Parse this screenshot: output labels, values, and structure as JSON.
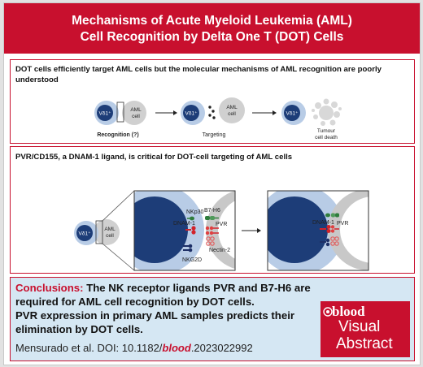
{
  "header": {
    "title_line1": "Mechanisms of Acute Myeloid Leukemia (AML)",
    "title_line2": "Cell Recognition by Delta One T (DOT) Cells"
  },
  "panel1": {
    "heading_line1": "DOT cells efficiently target AML cells but the molecular mechanisms of AML recognition are poorly",
    "heading_line2": "understood",
    "cell_label_vd1": "Vδ1⁺",
    "aml_label_1": "AML",
    "aml_label_2": "cell",
    "step1_caption": "Recognition (?)",
    "step2_caption": "Targeting",
    "step3_caption_1": "Tumour",
    "step3_caption_2": "cell death"
  },
  "panel2": {
    "heading": "PVR/CD155, a DNAM-1 ligand, is critical for DOT-cell targeting of AML cells",
    "cell_label_vd1": "Vδ1⁺",
    "aml_label_1": "AML",
    "aml_label_2": "cell",
    "receptors": {
      "nkp30": "NKp30",
      "dnam1": "DNAM-1",
      "nkg2d": "NKG2D",
      "b7h6": "B7-H6",
      "pvr": "PVR",
      "nectin2": "Nectin-2"
    },
    "zoom_labels": {
      "dnam1": "DNAM-1",
      "pvr": "PVR"
    }
  },
  "conclusions": {
    "keyword": "Conclusions:",
    "line1_rest": " The NK receptor ligands PVR and B7-H6 are",
    "line2": "required for AML cell recognition by DOT cells.",
    "line3": "PVR expression in primary AML samples predicts their",
    "line4": "elimination by DOT cells.",
    "citation_prefix": "Mensurado et al. DOI: 10.1182/",
    "citation_journal": "blood",
    "citation_suffix": ".2023022992"
  },
  "badge": {
    "brand": "blood",
    "line1": "Visual",
    "line2": "Abstract"
  },
  "colors": {
    "accent": "#c8102e",
    "conclusions_bg": "#d5e7f3",
    "dot_cell_nucleus": "#1d3d78",
    "dot_cell_body": "#b8cce6",
    "aml_cell": "#c8c8c8",
    "nkp30_green": "#2f7d3c",
    "dnam1_red": "#d2232a",
    "nkg2d_navy": "#1d2f66"
  }
}
